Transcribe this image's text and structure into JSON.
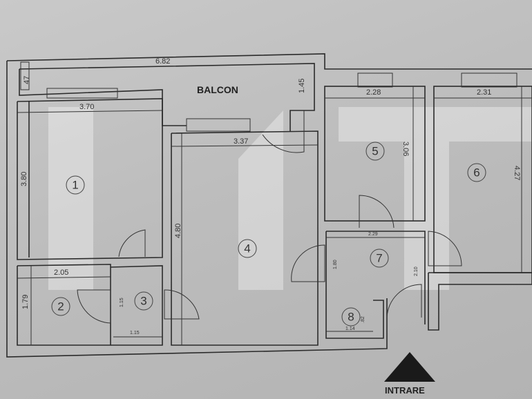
{
  "plan": {
    "balcony_label": "BALCON",
    "entrance_label": "INTRARE",
    "rooms": [
      "1",
      "2",
      "3",
      "4",
      "5",
      "6",
      "7",
      "8"
    ],
    "dimensions": {
      "balcony_width": "6.82",
      "balcony_depth": "1.45",
      "balcony_small": "47",
      "room1_width": "3.70",
      "room1_depth": "3.80",
      "room4_width": "3.37",
      "room4_depth": "4.80",
      "room2_width": "2.05",
      "room2_depth": "1.79",
      "room3_width": "1.15",
      "room3_depth": "1.15",
      "room5_width": "2.28",
      "room5_depth": "3.06",
      "room6_width": "2.31",
      "room6_depth": "4.27",
      "room7_width": "2.29",
      "room7_depth": "1.80",
      "hall_depth": "2.10",
      "room8_width": "1.14",
      "room8_depth": ".82"
    },
    "colors": {
      "wall": "#2b2b2b",
      "background": "#c4c4c4",
      "arrow": "#1a1a1a"
    }
  }
}
